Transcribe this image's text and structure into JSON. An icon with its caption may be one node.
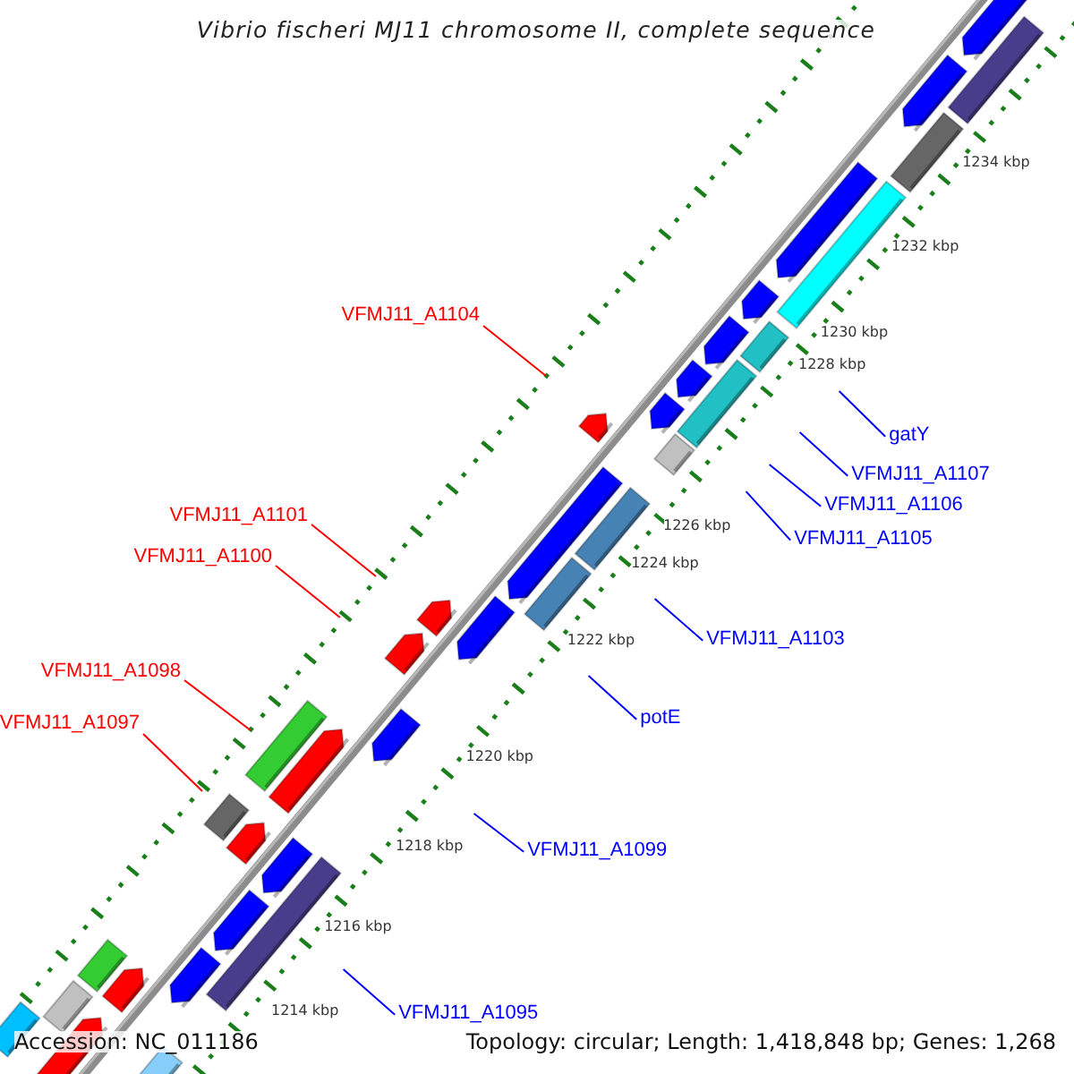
{
  "diagram": {
    "title": "Vibrio fischeri MJ11 chromosome II, complete sequence",
    "nodes": [
      {
        "text": [
          "VFMJ11_A1104"
        ]
      },
      {
        "text": [
          "gatY"
        ]
      },
      {
        "text": [
          "VFMJ11_A1107"
        ]
      },
      {
        "text": [
          "VFMJ11_A1106"
        ]
      },
      {
        "text": [
          "VFMJ11_A1101"
        ]
      },
      {
        "text": [
          "VFMJ11_A1105"
        ]
      },
      {
        "text": [
          "VFMJ11_A1100"
        ]
      },
      {
        "text": [
          "VFMJ11_A1103"
        ]
      },
      {
        "text": [
          "VFMJ11_A1098"
        ]
      },
      {
        "text": [
          "potE"
        ]
      },
      {
        "text": [
          "VFMJ11_A1097"
        ]
      },
      {
        "text": [
          "VFMJ11_A1099"
        ]
      },
      {
        "text": [
          "VFMJ11_A1095"
        ]
      }
    ],
    "edges": [
      {
        "from": 0,
        "to": null,
        "arrow": "none",
        "color": "#ff0000"
      },
      {
        "from": 1,
        "to": null,
        "arrow": "none"
      },
      {
        "from": 2,
        "to": null,
        "arrow": "none"
      },
      {
        "from": 3,
        "to": null,
        "arrow": "none"
      },
      {
        "from": 4,
        "to": null,
        "arrow": "none",
        "color": "#ff0000"
      },
      {
        "from": 5,
        "to": null,
        "arrow": "none"
      },
      {
        "from": 6,
        "to": null,
        "arrow": "none",
        "color": "#ff0000"
      },
      {
        "from": 7,
        "to": null,
        "arrow": "none"
      },
      {
        "from": 8,
        "to": null,
        "arrow": "none",
        "color": "#ff0000"
      },
      {
        "from": 9,
        "to": null,
        "arrow": "none"
      },
      {
        "from": 10,
        "to": null,
        "arrow": "none",
        "color": "#ff0000"
      },
      {
        "from": 11,
        "to": null,
        "arrow": "none"
      },
      {
        "from": 12,
        "to": null,
        "arrow": "none"
      }
    ],
    "labels": [
      "1234 kbp",
      "1232 kbp",
      "1230 kbp",
      "1228 kbp",
      "1226 kbp",
      "1224 kbp",
      "1222 kbp",
      "1220 kbp",
      "1218 kbp",
      "1216 kbp",
      "1214 kbp",
      "Accession: NC_011186",
      "Topology: circular; Length: 1,418,848 bp; Genes: 1,268"
    ]
  }
}
